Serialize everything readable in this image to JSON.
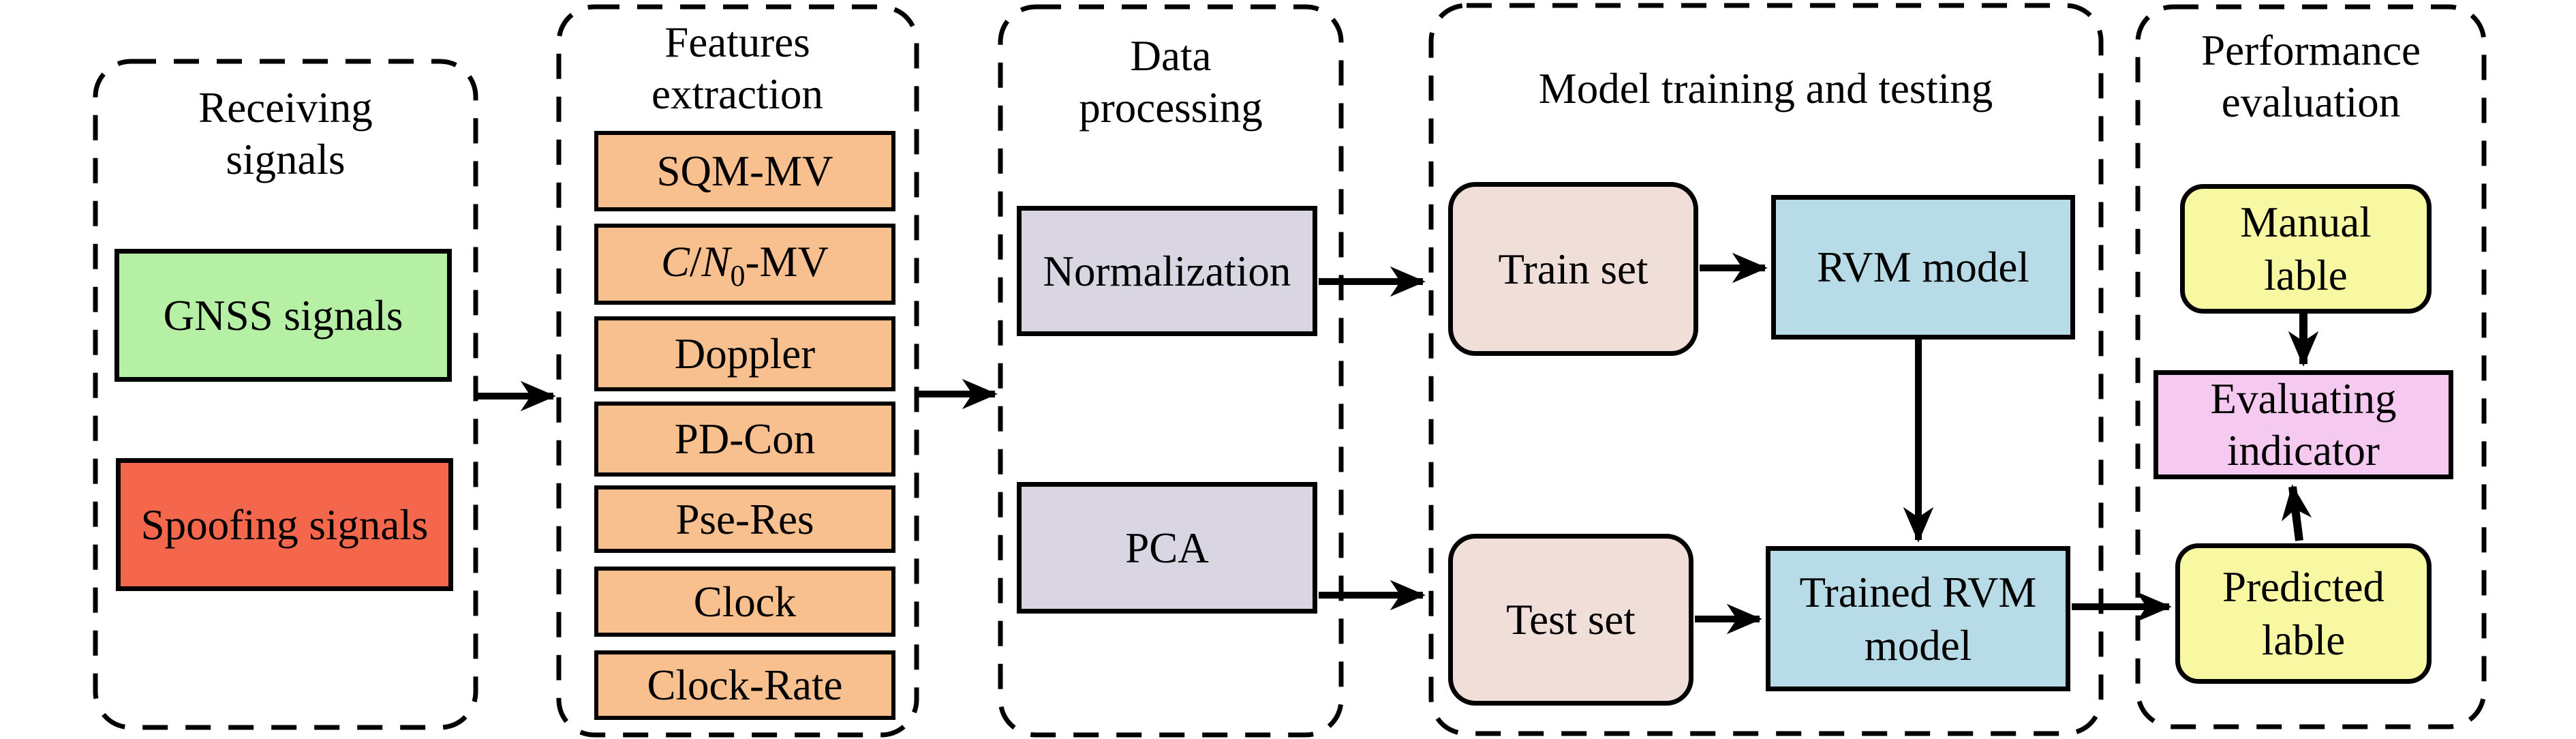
{
  "groups": {
    "receiving": {
      "title_line1": "Receiving",
      "title_line2": "signals",
      "gnss_label": "GNSS signals",
      "spoofing_label": "Spoofing signals"
    },
    "features": {
      "title_line1": "Features",
      "title_line2": "extraction",
      "items": [
        {
          "label": "SQM-MV"
        },
        {
          "label_parts": {
            "c": "C",
            "slash": "/",
            "n": "N",
            "sub": "0",
            "rest": "-MV"
          }
        },
        {
          "label": "Doppler"
        },
        {
          "label": "PD-Con"
        },
        {
          "label": "Pse-Res"
        },
        {
          "label": "Clock"
        },
        {
          "label": "Clock-Rate"
        }
      ]
    },
    "processing": {
      "title_line1": "Data",
      "title_line2": "processing",
      "normalization_label": "Normalization",
      "pca_label": "PCA"
    },
    "training": {
      "title": "Model training and testing",
      "train_label": "Train set",
      "rvm_label": "RVM model",
      "test_label": "Test set",
      "trained_line1": "Trained RVM",
      "trained_line2": "model"
    },
    "evaluation": {
      "title_line1": "Performance",
      "title_line2": "evaluation",
      "manual_line1": "Manual",
      "manual_line2": "lable",
      "indicator_line1": "Evaluating",
      "indicator_line2": "indicator",
      "predicted_line1": "Predicted",
      "predicted_line2": "lable"
    }
  },
  "colors": {
    "gnss_fill": "#b6f0a4",
    "spoofing_fill": "#f4674c",
    "feature_fill": "#f7c08e",
    "processing_fill": "#dad5e3",
    "dataset_fill": "#f0ded8",
    "model_fill": "#b7dbe7",
    "label_fill": "#f9f8a2",
    "indicator_fill": "#f5c9f0",
    "line_color": "#000000"
  }
}
